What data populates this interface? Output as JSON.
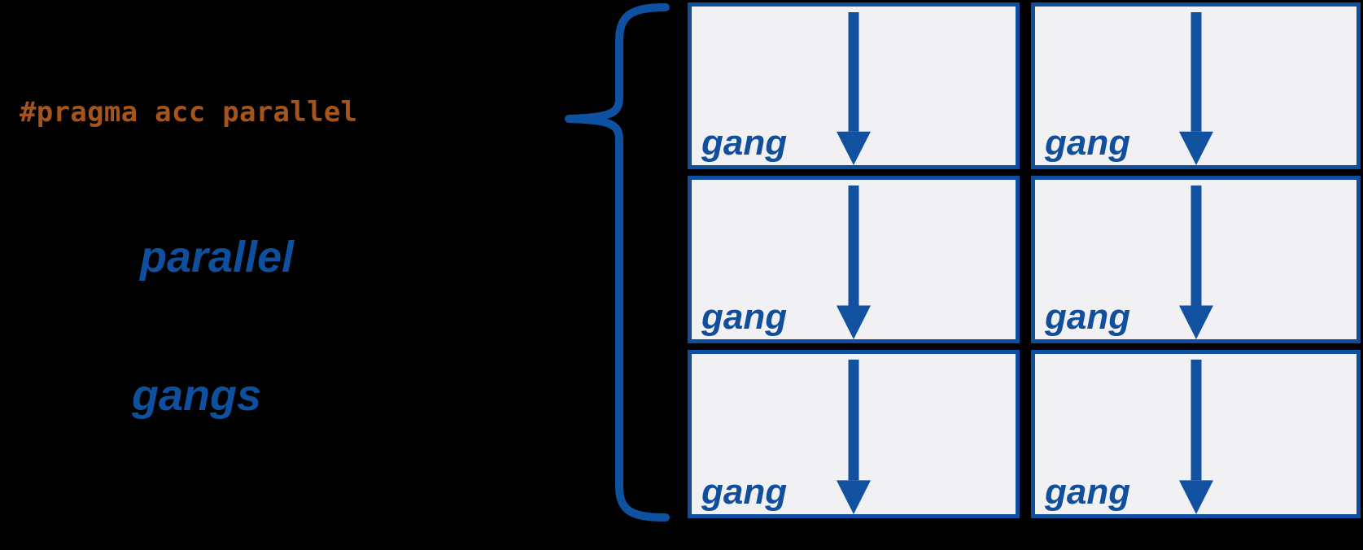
{
  "diagram": {
    "pragma_text": "#pragma acc parallel",
    "parallel_label": "parallel",
    "gangs_label": "gangs",
    "colors": {
      "background": "#000000",
      "accent_blue": "#0f509e",
      "code_orange": "#a5541b",
      "box_fill": "#f1f1f3"
    },
    "grid": {
      "rows": 3,
      "cols": 2,
      "cells": [
        {
          "label": "gang"
        },
        {
          "label": "gang"
        },
        {
          "label": "gang"
        },
        {
          "label": "gang"
        },
        {
          "label": "gang"
        },
        {
          "label": "gang"
        }
      ]
    }
  }
}
